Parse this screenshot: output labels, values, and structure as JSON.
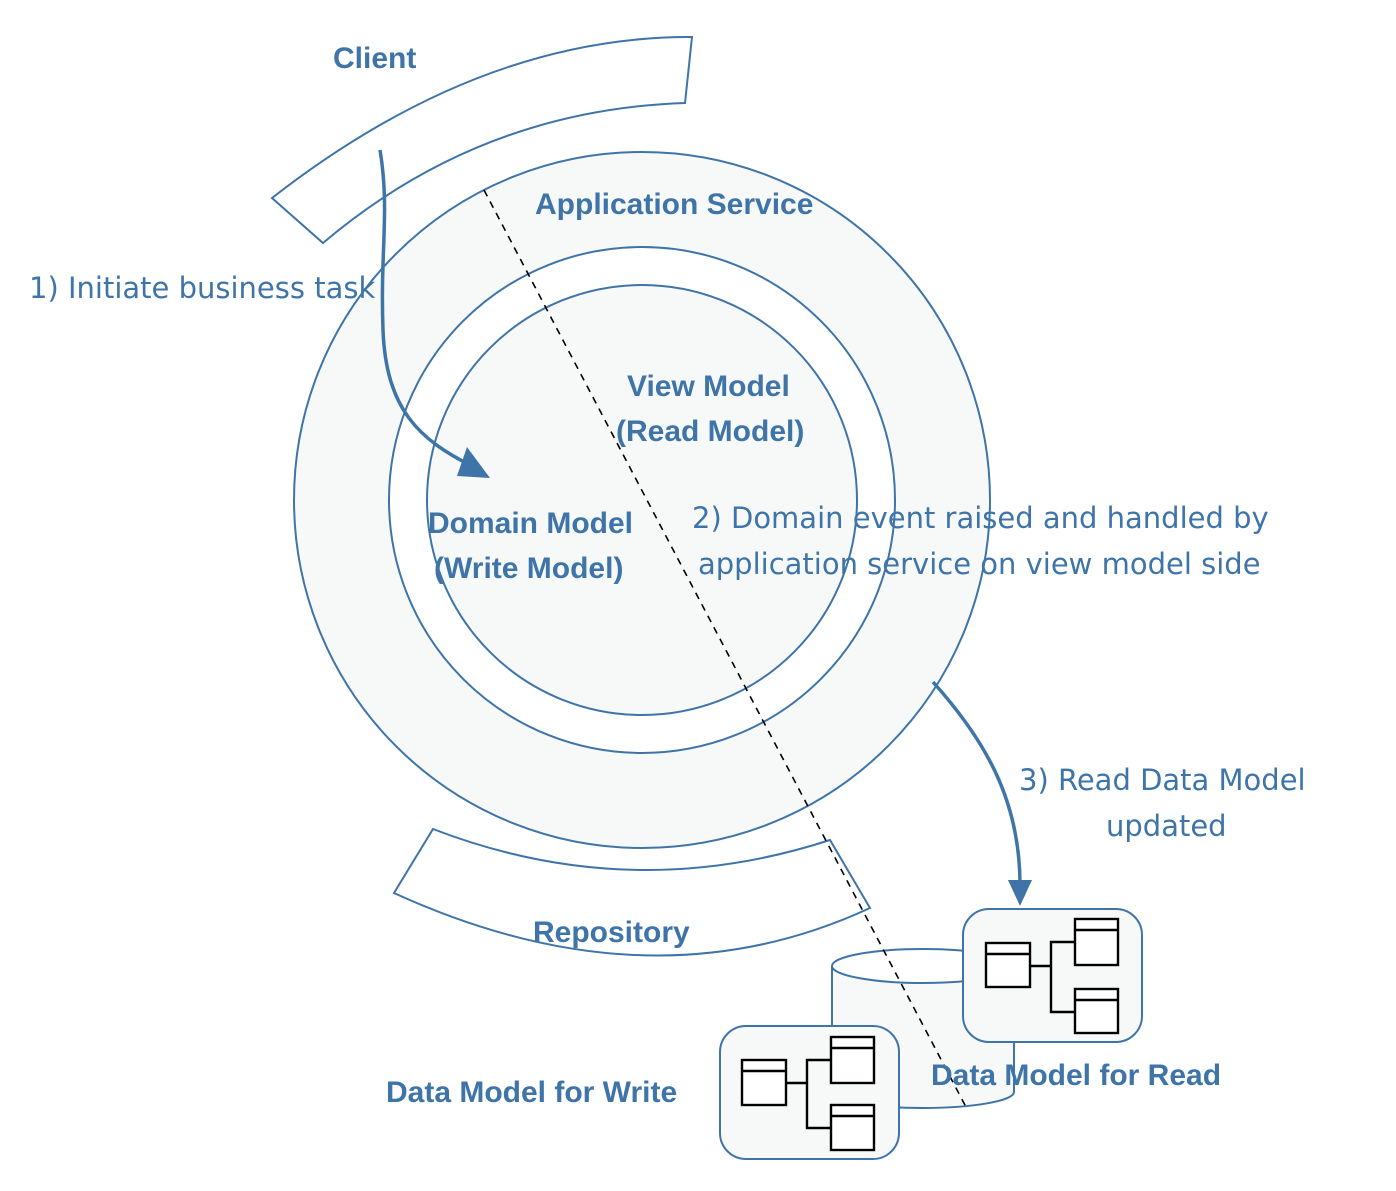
{
  "labels": {
    "client": "Client",
    "application_service": "Application Service",
    "view_model_line1": "View Model",
    "view_model_line2": "(Read Model)",
    "domain_model_line1": "Domain Model",
    "domain_model_line2": "(Write Model)",
    "repository": "Repository",
    "data_model_write": "Data Model for Write",
    "data_model_read": "Data Model for Read"
  },
  "steps": {
    "step1": "1) Initiate business task",
    "step2_line1": "2) Domain event raised and handled by",
    "step2_line2": "application service on view model side",
    "step3_line1": "3) Read Data Model",
    "step3_line2": "updated"
  },
  "colors": {
    "stroke": "#3e74a8",
    "fill": "#f7f9f9",
    "text": "#3e74a8",
    "icon": "#000000"
  }
}
